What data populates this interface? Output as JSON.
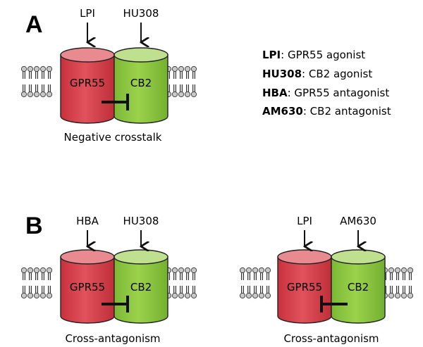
{
  "panelA": {
    "letter": "A",
    "ligand_left": "LPI",
    "ligand_right": "HU308",
    "receptor_left": "GPR55",
    "receptor_right": "CB2",
    "caption": "Negative crosstalk"
  },
  "legend": [
    {
      "key": "LPI",
      "desc": ": GPR55 agonist"
    },
    {
      "key": "HU308",
      "desc": ": CB2 agonist"
    },
    {
      "key": "HBA",
      "desc": ": GPR55 antagonist"
    },
    {
      "key": "AM630",
      "desc": ": CB2 antagonist"
    }
  ],
  "panelB": {
    "letter": "B",
    "left": {
      "ligand_left": "HBA",
      "ligand_right": "HU308",
      "receptor_left": "GPR55",
      "receptor_right": "CB2",
      "caption": "Cross-antagonism"
    },
    "right": {
      "ligand_left": "LPI",
      "ligand_right": "AM630",
      "receptor_left": "GPR55",
      "receptor_right": "CB2",
      "caption": "Cross-antagonism"
    }
  },
  "colors": {
    "gpr55_fill": "#d94550",
    "gpr55_top": "#e98a90",
    "cb2_fill": "#8cc63f",
    "cb2_top": "#bfe08f"
  }
}
